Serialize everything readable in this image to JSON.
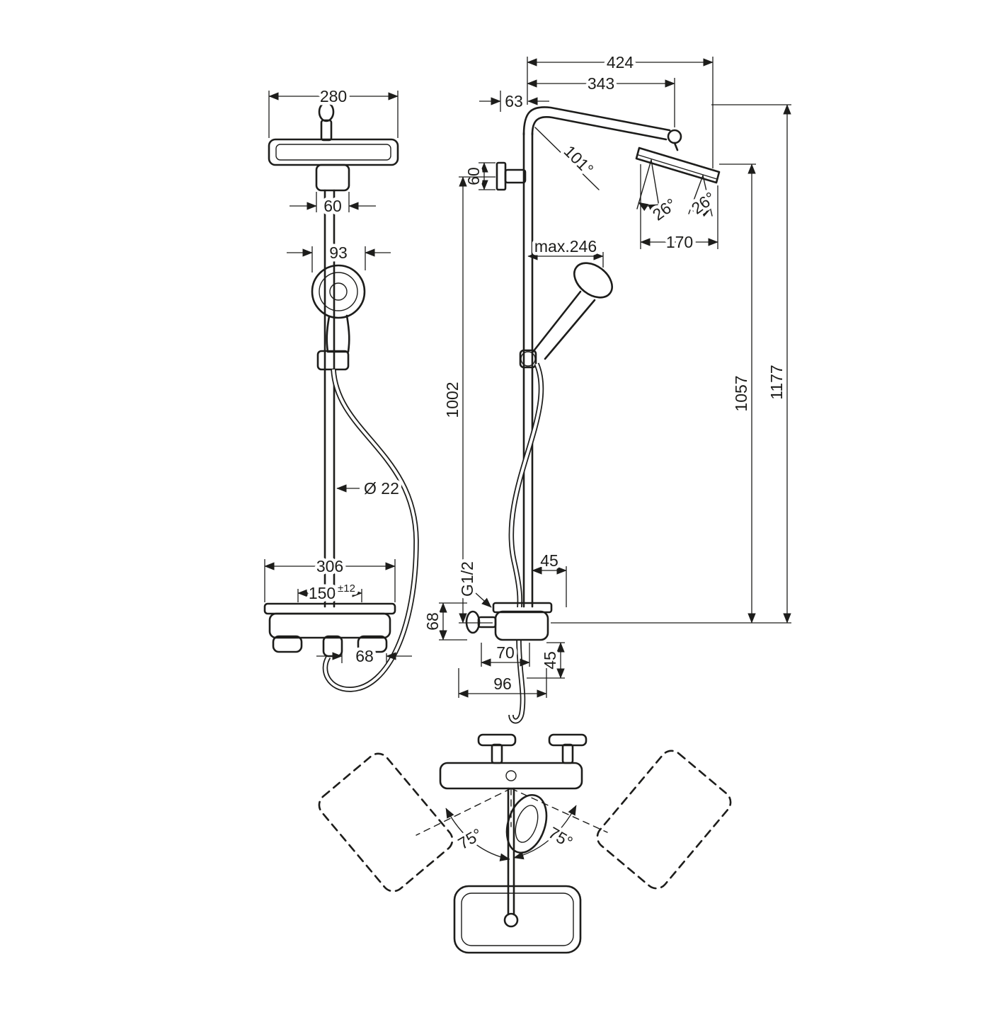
{
  "diagram_title": "shower-system-dimension-drawing",
  "front_view": {
    "head_width": "280",
    "bracket_width": "60",
    "handshower_width": "93",
    "pipe_diameter": "Ø 22",
    "shelf_width": "306",
    "connection_spacing": "150",
    "connection_tolerance": "±12",
    "outlet_spacing": "68"
  },
  "side_view": {
    "arm_reach_total": "424",
    "arm_reach": "343",
    "wall_offset": "63",
    "bracket_height": "60",
    "arm_angle": "101°",
    "head_tilt_left": "26°",
    "head_tilt_right": "26°",
    "head_length": "170",
    "handshower_reach": "max.246",
    "bar_height": "1002",
    "head_height": "1057",
    "total_height": "1177",
    "thread": "G1/2",
    "valve_offset_top": "45",
    "valve_height": "68",
    "valve_depth": "70",
    "hose_drop": "45",
    "valve_total_depth": "96"
  },
  "bottom_view": {
    "swivel_left": "75°",
    "swivel_right": "75°"
  }
}
